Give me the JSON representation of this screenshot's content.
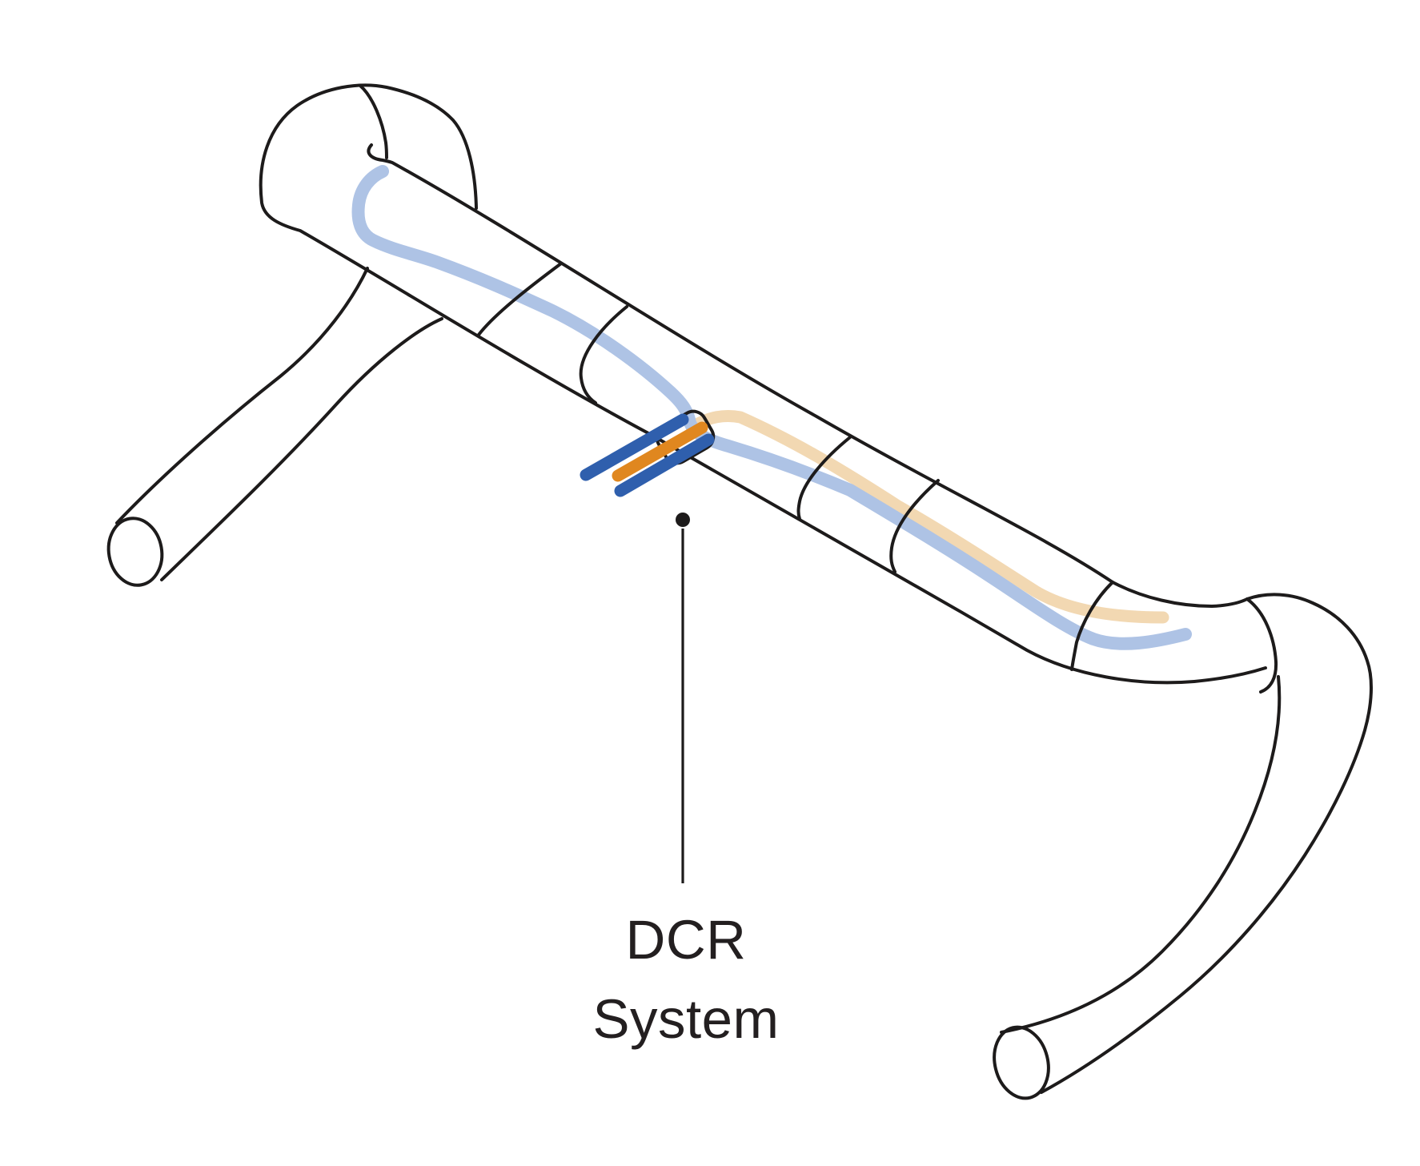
{
  "diagram": {
    "title": "Handlebar internal cable routing diagram",
    "label": {
      "line1": "DCR",
      "line2": "System"
    },
    "parts": {
      "handlebar": "drop handlebar outline",
      "port": "DCR routing port",
      "cables_exiting": [
        "blue cable",
        "orange cable",
        "blue cable"
      ],
      "cables_internal": [
        "light blue routed cable",
        "tan routed cable"
      ]
    },
    "colors": {
      "outline_black": "#1d1b1b",
      "cable_light_blue": "#aec3e5",
      "cable_tan": "#f2d8b2",
      "cable_dark_blue": "#2f5fad",
      "cable_orange": "#e0871f",
      "label_text": "#231f20",
      "background": "#ffffff"
    }
  }
}
